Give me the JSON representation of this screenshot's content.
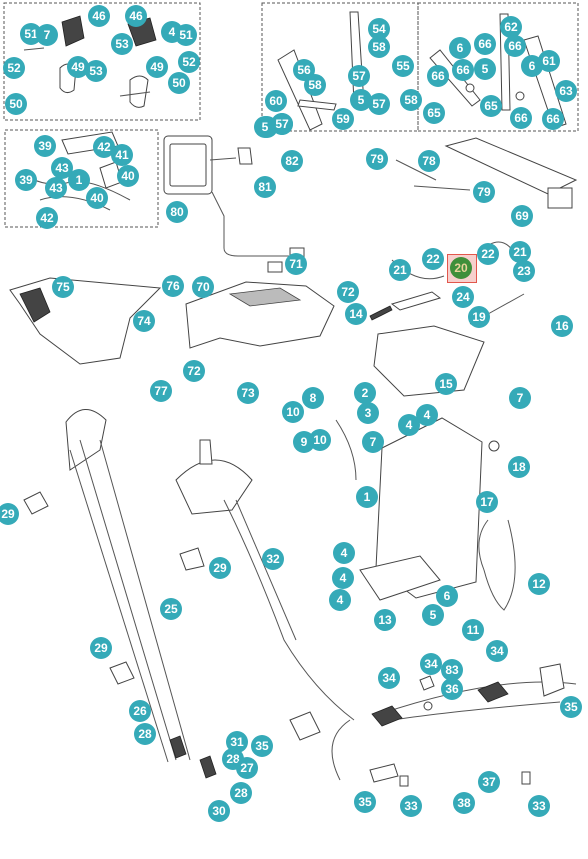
{
  "diagram": {
    "accent_color": "#35aab8",
    "selected_color": "#3f8f3a",
    "highlight_color": "#e2574c",
    "selected_part": "20",
    "callouts": [
      {
        "id": "c46a",
        "label": "46"
      },
      {
        "id": "c46b",
        "label": "46"
      },
      {
        "id": "c51a",
        "label": "51"
      },
      {
        "id": "c7a",
        "label": "7"
      },
      {
        "id": "c53a",
        "label": "53"
      },
      {
        "id": "c47a",
        "label": "4"
      },
      {
        "id": "c51b",
        "label": "51"
      },
      {
        "id": "c52a",
        "label": "52"
      },
      {
        "id": "c49a",
        "label": "49"
      },
      {
        "id": "c53b",
        "label": "53"
      },
      {
        "id": "c49b",
        "label": "49"
      },
      {
        "id": "c52b",
        "label": "52"
      },
      {
        "id": "c50a",
        "label": "50"
      },
      {
        "id": "c50b",
        "label": "50"
      },
      {
        "id": "c54",
        "label": "54"
      },
      {
        "id": "c58a",
        "label": "58"
      },
      {
        "id": "c55",
        "label": "55"
      },
      {
        "id": "c56a",
        "label": "56"
      },
      {
        "id": "c58b",
        "label": "58"
      },
      {
        "id": "c57a",
        "label": "57"
      },
      {
        "id": "c56b",
        "label": "5"
      },
      {
        "id": "c57b",
        "label": "57"
      },
      {
        "id": "c58c",
        "label": "58"
      },
      {
        "id": "c60",
        "label": "60"
      },
      {
        "id": "c59",
        "label": "59"
      },
      {
        "id": "c5x",
        "label": "5"
      },
      {
        "id": "c57c",
        "label": "57"
      },
      {
        "id": "c62",
        "label": "62"
      },
      {
        "id": "c66a",
        "label": "66"
      },
      {
        "id": "c66b",
        "label": "66"
      },
      {
        "id": "c6x",
        "label": "6"
      },
      {
        "id": "c66c",
        "label": "66"
      },
      {
        "id": "c66d",
        "label": "66"
      },
      {
        "id": "c5y",
        "label": "5"
      },
      {
        "id": "c61",
        "label": "61"
      },
      {
        "id": "c6y",
        "label": "6"
      },
      {
        "id": "c63",
        "label": "63"
      },
      {
        "id": "c65a",
        "label": "65"
      },
      {
        "id": "c65b",
        "label": "65"
      },
      {
        "id": "c66e",
        "label": "66"
      },
      {
        "id": "c66f",
        "label": "66"
      },
      {
        "id": "c39a",
        "label": "39"
      },
      {
        "id": "c42a",
        "label": "42"
      },
      {
        "id": "c41",
        "label": "41"
      },
      {
        "id": "c43",
        "label": "43"
      },
      {
        "id": "c40a",
        "label": "40"
      },
      {
        "id": "c39b",
        "label": "39"
      },
      {
        "id": "c43b",
        "label": "43"
      },
      {
        "id": "c31x",
        "label": "1"
      },
      {
        "id": "c40b",
        "label": "40"
      },
      {
        "id": "c42b",
        "label": "42"
      },
      {
        "id": "c80",
        "label": "80"
      },
      {
        "id": "c81",
        "label": "81"
      },
      {
        "id": "c82",
        "label": "82"
      },
      {
        "id": "c5z",
        "label": "5"
      },
      {
        "id": "c57d",
        "label": "57"
      },
      {
        "id": "c79a",
        "label": "79"
      },
      {
        "id": "c78",
        "label": "78"
      },
      {
        "id": "c79b",
        "label": "79"
      },
      {
        "id": "c69",
        "label": "69"
      },
      {
        "id": "c75",
        "label": "75"
      },
      {
        "id": "c76",
        "label": "76"
      },
      {
        "id": "c74",
        "label": "74"
      },
      {
        "id": "c77",
        "label": "77"
      },
      {
        "id": "c70",
        "label": "70"
      },
      {
        "id": "c71",
        "label": "71"
      },
      {
        "id": "c72a",
        "label": "72"
      },
      {
        "id": "c72b",
        "label": "72"
      },
      {
        "id": "c73",
        "label": "73"
      },
      {
        "id": "c22a",
        "label": "22"
      },
      {
        "id": "c22b",
        "label": "22"
      },
      {
        "id": "c21a",
        "label": "21"
      },
      {
        "id": "c21b",
        "label": "21"
      },
      {
        "id": "c20",
        "label": "20"
      },
      {
        "id": "c23",
        "label": "23"
      },
      {
        "id": "c24",
        "label": "24"
      },
      {
        "id": "c14",
        "label": "14"
      },
      {
        "id": "c19",
        "label": "19"
      },
      {
        "id": "c16",
        "label": "16"
      },
      {
        "id": "c15",
        "label": "15"
      },
      {
        "id": "c7b",
        "label": "7"
      },
      {
        "id": "c2",
        "label": "2"
      },
      {
        "id": "c8",
        "label": "8"
      },
      {
        "id": "c3",
        "label": "3"
      },
      {
        "id": "c10a",
        "label": "10"
      },
      {
        "id": "c4a",
        "label": "4"
      },
      {
        "id": "c4b",
        "label": "4"
      },
      {
        "id": "c9",
        "label": "9"
      },
      {
        "id": "c10b",
        "label": "10"
      },
      {
        "id": "c7c",
        "label": "7"
      },
      {
        "id": "c18",
        "label": "18"
      },
      {
        "id": "c1",
        "label": "1"
      },
      {
        "id": "c17",
        "label": "17"
      },
      {
        "id": "c4c",
        "label": "4"
      },
      {
        "id": "c4d",
        "label": "4"
      },
      {
        "id": "c4e",
        "label": "4"
      },
      {
        "id": "c12",
        "label": "12"
      },
      {
        "id": "c13",
        "label": "13"
      },
      {
        "id": "c6",
        "label": "6"
      },
      {
        "id": "c5",
        "label": "5"
      },
      {
        "id": "c11",
        "label": "11"
      },
      {
        "id": "c29a",
        "label": "29"
      },
      {
        "id": "c32",
        "label": "32"
      },
      {
        "id": "c29b",
        "label": "29"
      },
      {
        "id": "c25",
        "label": "25"
      },
      {
        "id": "c29c",
        "label": "29"
      },
      {
        "id": "c26",
        "label": "26"
      },
      {
        "id": "c28a",
        "label": "28"
      },
      {
        "id": "c31",
        "label": "31"
      },
      {
        "id": "c35a",
        "label": "35"
      },
      {
        "id": "c28b",
        "label": "28"
      },
      {
        "id": "c27",
        "label": "27"
      },
      {
        "id": "c28c",
        "label": "28"
      },
      {
        "id": "c30",
        "label": "30"
      },
      {
        "id": "c34a",
        "label": "34"
      },
      {
        "id": "c34b",
        "label": "34"
      },
      {
        "id": "c83",
        "label": "83"
      },
      {
        "id": "c34c",
        "label": "34"
      },
      {
        "id": "c36",
        "label": "36"
      },
      {
        "id": "c35b",
        "label": "35"
      },
      {
        "id": "c37",
        "label": "37"
      },
      {
        "id": "c35c",
        "label": "35"
      },
      {
        "id": "c33a",
        "label": "33"
      },
      {
        "id": "c38",
        "label": "38"
      },
      {
        "id": "c33b",
        "label": "33"
      }
    ]
  }
}
